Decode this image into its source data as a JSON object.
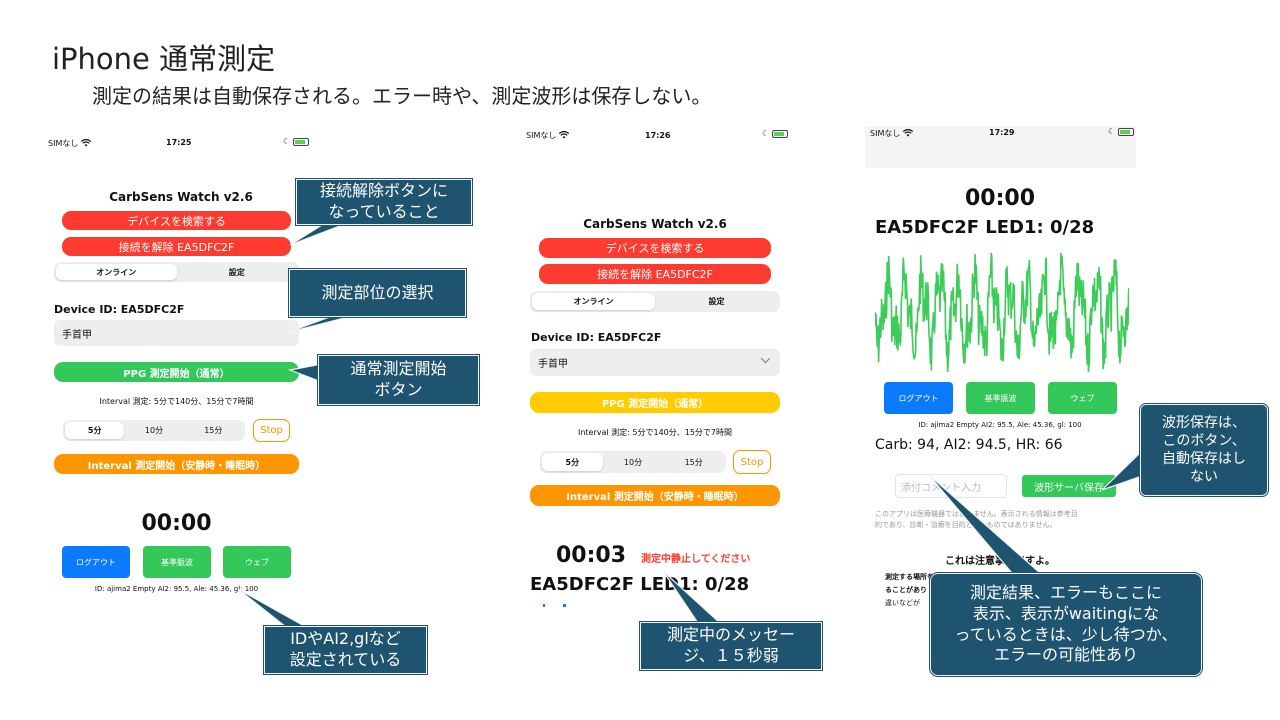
{
  "title": "iPhone 通常測定",
  "subtitle": "測定の結果は自動保存される。エラー時や、測定波形は保存しない。",
  "colors": {
    "red": "#fe3b30",
    "green": "#34c759",
    "blue": "#0a7aff",
    "orange": "#ff9500",
    "yellow": "#ffcc00",
    "callout": "#1e5470",
    "wave": "#3dcc5a"
  },
  "screen1": {
    "status": {
      "carrier": "SIMなし",
      "time": "17:25"
    },
    "app_title": "CarbSens Watch v2.6",
    "search_button": "デバイスを検索する",
    "disconnect_button": "接続を解除 EA5DFC2F",
    "tabs": [
      "オンライン",
      "設定"
    ],
    "device_id": "Device ID: EA5DFC2F",
    "site": "手首甲",
    "ppg_button": "PPG 測定開始（通常）",
    "interval_info": "Interval 測定: 5分で140分、15分で7時間",
    "interval_options": [
      "5分",
      "10分",
      "15分"
    ],
    "stop_button": "Stop",
    "interval_button": "Interval 測定開始（安静時・睡眠時）",
    "timer": "00:00",
    "logout_button": "ログアウト",
    "baseline_button": "基準脈波",
    "web_button": "ウェブ",
    "id_line": "ID: ajima2   Empty AI2: 95.5, Ale: 45.36, gl: 100"
  },
  "screen2": {
    "status": {
      "carrier": "SIMなし",
      "time": "17:26"
    },
    "app_title": "CarbSens Watch v2.6",
    "search_button": "デバイスを検索する",
    "disconnect_button": "接続を解除 EA5DFC2F",
    "tabs": [
      "オンライン",
      "設定"
    ],
    "device_id": "Device ID: EA5DFC2F",
    "site": "手首甲",
    "ppg_button": "PPG 測定開始（通常）",
    "interval_info": "Interval 測定: 5分で140分、15分で7時間",
    "interval_options": [
      "5分",
      "10分",
      "15分"
    ],
    "stop_button": "Stop",
    "interval_button": "Interval 測定開始（安静時・睡眠時）",
    "timer": "00:03",
    "measuring_message": "測定中静止してください",
    "led_line": "EA5DFC2F  LED1: 0/28"
  },
  "screen3": {
    "status": {
      "carrier": "SIMなし",
      "time": "17:29"
    },
    "timer": "00:00",
    "led_line": "EA5DFC2F  LED1: 0/28",
    "logout_button": "ログアウト",
    "baseline_button": "基準脈波",
    "web_button": "ウェブ",
    "id_line": "ID: ajima2   Empty AI2: 95.5, Ale: 45.36, gl: 100",
    "result": "Carb: 94, AI2: 94.5, HR: 66",
    "comment_placeholder": "添付コメント入力",
    "save_button": "波形サーバ保存",
    "disclaimer_1": "このアプリは医療機器ではありません。表示される情報は参考目",
    "disclaimer_2": "的であり、診断・治療を目的としたものではありません。",
    "note_heading": "これは注意事項ですよ。",
    "note_1": "測定する場所を",
    "note_2": "ることがあり",
    "note_3": "違いなどが"
  },
  "callouts": {
    "disconnect": "接続解除ボタンに\nなっていること",
    "site": "測定部位の選択",
    "start": "通常測定開始\nボタン",
    "id": "IDやAI2,glなど\n設定されている",
    "message": "測定中のメッセー\nジ、１５秒弱",
    "result": "測定結果、エラーもここに\n表示、表示がwaitingにな\nっているときは、少し待つか、\nエラーの可能性あり",
    "save": "波形保存は、\nこのボタン、\n自動保存はし\nない"
  }
}
